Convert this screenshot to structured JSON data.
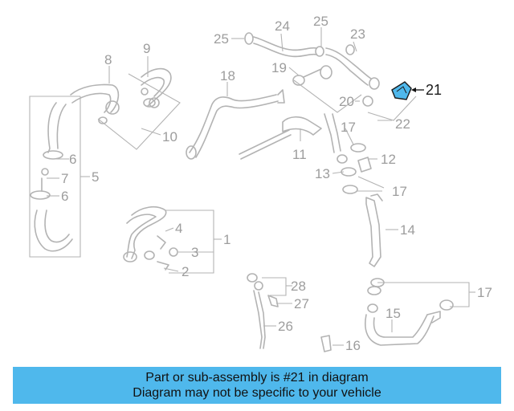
{
  "labels": {
    "l1": "1",
    "l2": "2",
    "l3": "3",
    "l4": "4",
    "l5": "5",
    "l6a": "6",
    "l6b": "6",
    "l7": "7",
    "l8": "8",
    "l9": "9",
    "l10": "10",
    "l11": "11",
    "l12": "12",
    "l13": "13",
    "l14": "14",
    "l15": "15",
    "l16": "16",
    "l17a": "17",
    "l17b": "17",
    "l17c": "17",
    "l18": "18",
    "l19": "19",
    "l20": "20",
    "l21": "21",
    "l22": "22",
    "l23": "23",
    "l24": "24",
    "l25a": "25",
    "l25b": "25",
    "l26": "26",
    "l27": "27",
    "l28": "28"
  },
  "highlight": {
    "part_number": "21",
    "color": "#4fb8ec"
  },
  "banner": {
    "line1": "Part or sub-assembly is #21 in diagram",
    "line2": "Diagram may not be specific to your vehicle",
    "color": "#4fb8ec"
  }
}
